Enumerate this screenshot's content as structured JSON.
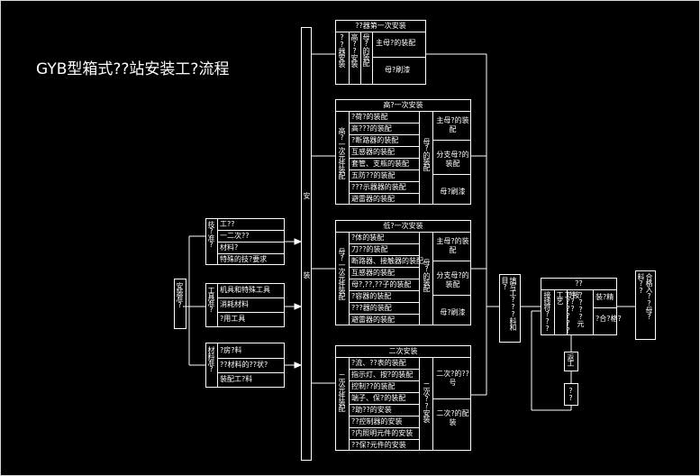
{
  "title": "GYB型箱式??站安装工?流程",
  "prep": {
    "main": "安装准?",
    "tech": {
      "head": "技?准?",
      "rows": [
        "工??",
        "一二次??",
        "材料?",
        "特殊的技?要求"
      ]
    },
    "tools": {
      "head": "工具准?",
      "rows": [
        "机具和特殊工具",
        "消耗材料",
        "?用工具"
      ]
    },
    "materials": {
      "head": "材料准?",
      "rows": [
        "?房?料",
        "??材料的??状?",
        "装配工?料"
      ]
    }
  },
  "install": "安装",
  "transformer": {
    "title": "??器第一次安装",
    "left": "??器安装",
    "mid": "高??安装",
    "sub": "母?的装配",
    "rows": [
      "主母?的装配",
      "母?刷漆"
    ]
  },
  "hv": {
    "title": "高?一次安装",
    "left": "高?一次元件装配",
    "rows": [
      "?荷?的装配",
      "高???的装配",
      "?断路器的装配",
      "互感器的装配",
      "套管、支瓶的装配",
      "五防??的装配",
      "???示器器的装配",
      "避雷器的装配"
    ],
    "mid": "母?的装配",
    "right": [
      "主母?的装配",
      "分支母?的装配",
      "母?刷漆"
    ]
  },
  "lv": {
    "title": "低?一次安装",
    "left": "母?一次元件装配",
    "rows": [
      "?体的装配",
      "刀??的装配",
      "断路器、接触器的装配",
      "互感器的装配",
      "母?,??,??子的装配",
      "?容器的装配",
      "???器的装配",
      "避雷器的装配"
    ],
    "mid": "母?的装配",
    "right": [
      "主母?的装配",
      "分支母?的装配",
      "母?刷漆"
    ]
  },
  "sec": {
    "title": "二次安装",
    "left": "二次元件装配",
    "rows": [
      "?流、??表的装配",
      "指示灯、按?的装配",
      "控制??的装配",
      "端子、保?的装配",
      "?助??的安装",
      "??控制器的安装",
      "?内照明元件的安装",
      "??保?元件的安装"
    ],
    "mid": "二次??安装",
    "right": [
      "二次?的??号",
      "二次?的配装"
    ]
  },
  "after": "填写工???料和目?",
  "test": {
    "title": "??",
    "cols": [
      "接线符???",
      "按工?????工艺",
      "????元件??",
      "装?精",
      "?合?格?"
    ]
  },
  "repair": "返工",
  "question": "??",
  "final": "合格入??母?料??"
}
